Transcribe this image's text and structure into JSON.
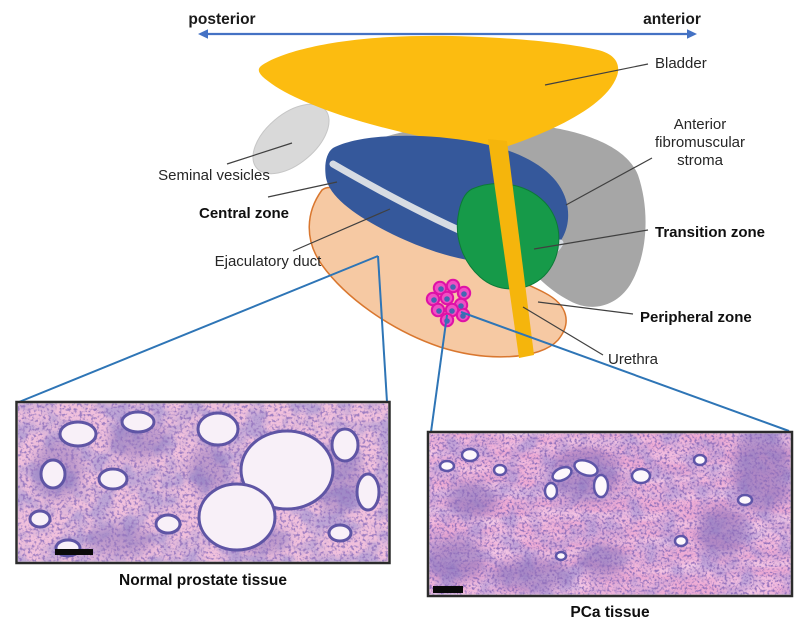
{
  "figure": {
    "orientation_left": "posterior",
    "orientation_right": "anterior",
    "anatomy_labels": {
      "bladder": "Bladder",
      "seminal_vesicles": "Seminal vesicles",
      "central_zone": "Central zone",
      "ejaculatory_duct": "Ejaculatory duct",
      "anterior_fibromuscular_stroma": [
        "Anterior",
        "fibromuscular",
        "stroma"
      ],
      "transition_zone": "Transition zone",
      "peripheral_zone": "Peripheral zone",
      "urethra": "Urethra"
    },
    "captions": {
      "normal_tissue": "Normal prostate tissue",
      "pca_tissue": "PCa tissue"
    },
    "colors": {
      "bladder": "#FCBC10",
      "urethra": "#F5B50C",
      "seminal_vesicles": "#D9D9D9",
      "stroma_gray": "#A6A6A6",
      "central_zone_blue": "#35589B",
      "ejaculatory_duct_gray": "#D7DCE3",
      "transition_zone_green": "#169A49",
      "peripheral_zone_peach": "#F6C9A3",
      "peripheral_zone_outline": "#D9772F",
      "tumor_cell_pink": "#F04FC4",
      "tumor_cell_outline": "#DE12A7",
      "tumor_nucleus_blue": "#4467B3",
      "axis_arrow_blue": "#4472C4",
      "connector_blue": "#2E75B6",
      "callout_line": "#404040"
    }
  }
}
